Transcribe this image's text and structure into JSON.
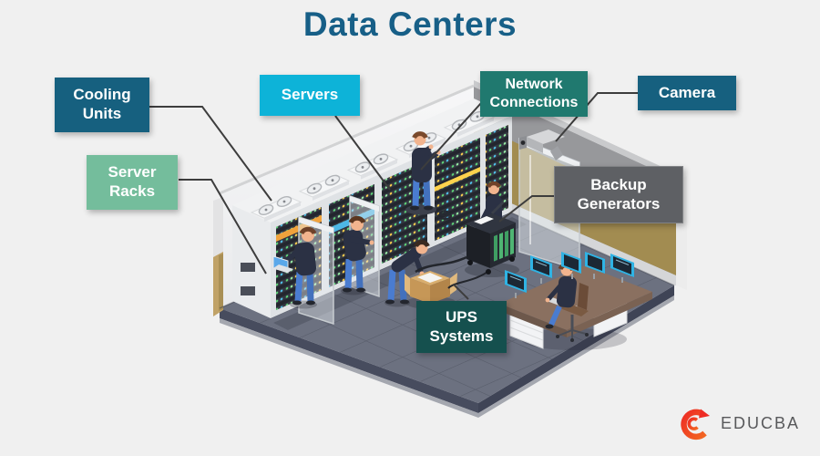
{
  "title": {
    "text": "Data Centers",
    "color": "#175F87"
  },
  "labels": {
    "cooling_units": {
      "text": "Cooling Units",
      "color": "#16607F"
    },
    "servers": {
      "text": "Servers",
      "color": "#0DB3D8"
    },
    "network_connections": {
      "text": "Network Connections",
      "color": "#20796F"
    },
    "camera": {
      "text": "Camera",
      "color": "#16607F"
    },
    "server_racks": {
      "text": "Server Racks",
      "color": "#74BD9C"
    },
    "backup_generators": {
      "text": "Backup Generators",
      "color": "#5E6064"
    },
    "ups_systems": {
      "text": "UPS Systems",
      "color": "#15504E"
    }
  },
  "branding": {
    "logo_text": "EDUCBA",
    "text_color": "#58595B",
    "logo_red": "#EE2C24",
    "logo_orange": "#F26722"
  },
  "scene": {
    "background": "#F0F0F0",
    "floor": "#6C7180",
    "floor_grout": "#5A5F6D",
    "wall_left": "#F5F5F6",
    "wall_right_top": "#97989B",
    "wall_right_band": "#A28C51",
    "rack_dark": "#23262E",
    "led_green": "#5FD879",
    "connector_line": "#3D3D3D",
    "shirt_navy": "#2B3144",
    "jeans_blue": "#4A7CD0",
    "monitor_cyan": "#2FB3E4",
    "cardboard": "#C69757"
  }
}
